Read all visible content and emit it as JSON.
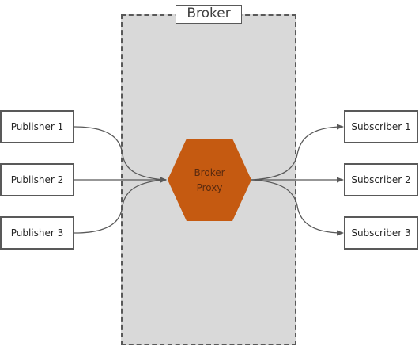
{
  "broker": {
    "title": "Broker",
    "fill": "#d9d9d9",
    "border": "#595959"
  },
  "proxy": {
    "line1": "Broker",
    "line2": "Proxy",
    "fill": "#c55a11"
  },
  "publishers": [
    {
      "label": "Publisher 1"
    },
    {
      "label": "Publisher 2"
    },
    {
      "label": "Publisher 3"
    }
  ],
  "subscribers": [
    {
      "label": "Subscriber 1"
    },
    {
      "label": "Subscriber 2"
    },
    {
      "label": "Subscriber 3"
    }
  ],
  "edges": [
    {
      "from": "Publisher 1",
      "to": "Broker Proxy"
    },
    {
      "from": "Publisher 2",
      "to": "Broker Proxy"
    },
    {
      "from": "Publisher 3",
      "to": "Broker Proxy"
    },
    {
      "from": "Broker Proxy",
      "to": "Subscriber 1"
    },
    {
      "from": "Broker Proxy",
      "to": "Subscriber 2"
    },
    {
      "from": "Broker Proxy",
      "to": "Subscriber 3"
    }
  ],
  "colors": {
    "line": "#595959"
  }
}
